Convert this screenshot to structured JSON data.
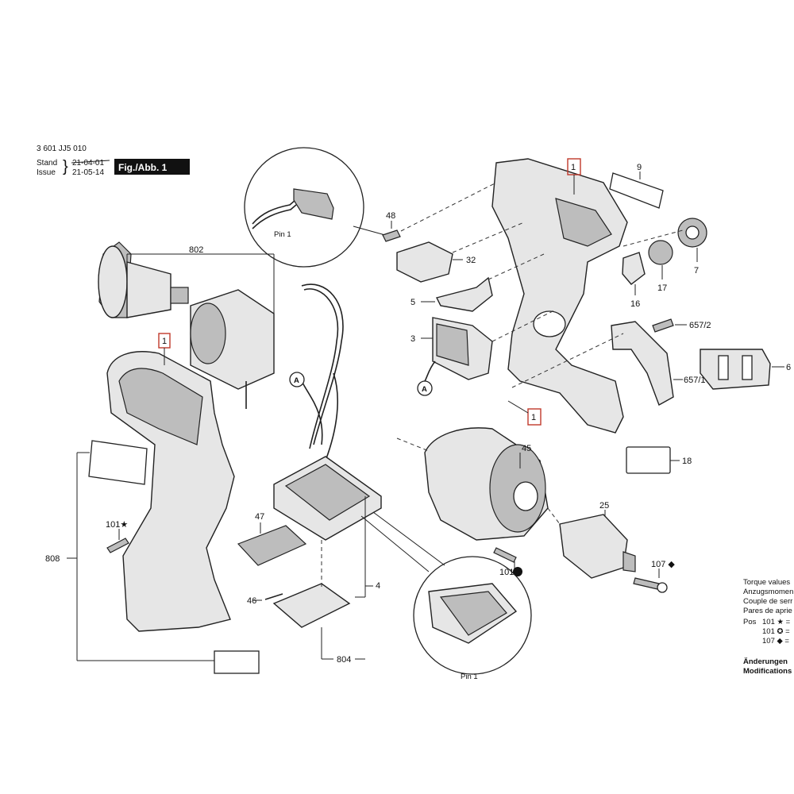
{
  "header": {
    "doc_number": "3 601 JJ5 010",
    "stand_label": "Stand",
    "issue_label": "Issue",
    "stand_date": "21-04-01",
    "issue_date": "21-05-14",
    "figure_label": "Fig./Abb. 1"
  },
  "callouts": {
    "c1_top": "1",
    "c1_left": "1",
    "c1_bottom": "1",
    "c2": "9",
    "c3": "48",
    "c4": "32",
    "c5": "5",
    "c6": "3",
    "c7": "16",
    "c8": "17",
    "c9": "7",
    "c10": "657/2",
    "c11": "657/1",
    "c12": "6",
    "c13": "802",
    "c14": "808",
    "c15": "101★",
    "c16": "47",
    "c17": "46",
    "c18": "804",
    "c19": "4",
    "c20": "45",
    "c21": "18",
    "c22": "25",
    "c23": "101",
    "c24": "107 ◆"
  },
  "detail_labels": {
    "pin1_top": "Pin 1",
    "pin1_bottom": "Pin 1"
  },
  "connectors": {
    "a1": "A",
    "a2": "A"
  },
  "torque": {
    "line1": "Torque values",
    "line2": "Anzugsmomen",
    "line3": "Couple de serr",
    "line4": "Pares de aprie",
    "pos_label": "Pos",
    "pos1": "101 ★ =",
    "pos2": "101 ✪ =",
    "pos3": "107 ◆ ="
  },
  "changes": {
    "line1": "Änderungen",
    "line2": "Modifications"
  },
  "colors": {
    "callout_box": "#c0392b",
    "ink": "#222222",
    "fill": "#e6e6e6"
  }
}
